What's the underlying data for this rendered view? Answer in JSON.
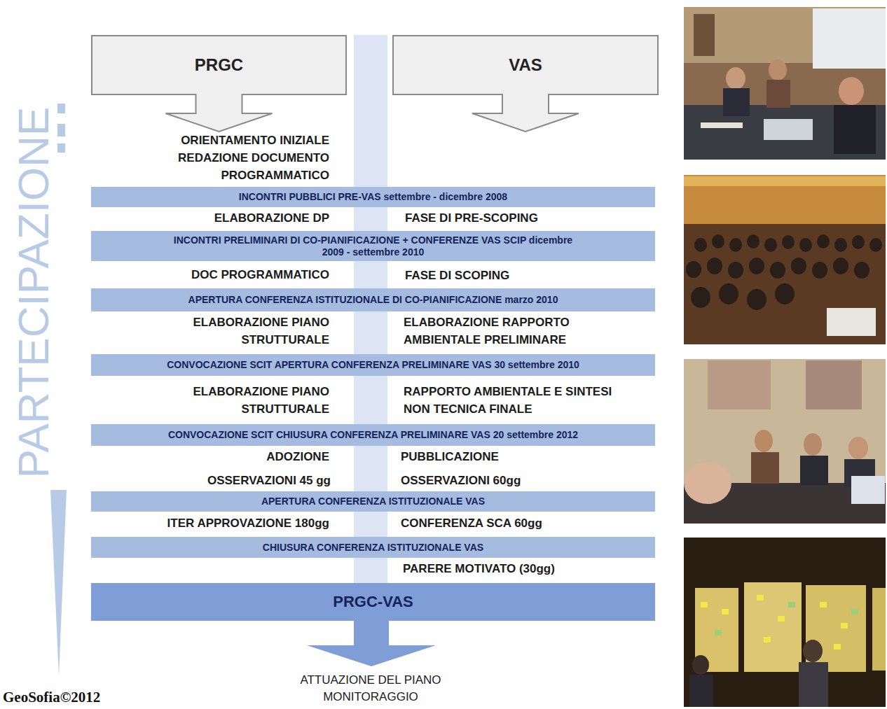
{
  "diagram": {
    "nodes": [
      {
        "text": [
          "PRGC"
        ]
      },
      {
        "text": [
          "VAS"
        ]
      },
      {
        "text": [
          "INCONTRI PUBBLICI PRE-VAS settembre - dicembre 2008"
        ]
      },
      {
        "text": [
          "INCONTRI PRELIMINARI DI CO-PIANIFICAZIONE + CONFERENZE VAS SCIP dicembre 2009 - settembre 2010"
        ]
      },
      {
        "text": [
          "APERTURA CONFERENZA ISTITUZIONALE DI CO-PIANIFICAZIONE marzo 2010"
        ]
      },
      {
        "text": [
          "CONVOCAZIONE SCIT APERTURA CONFERENZA PRELIMINARE VAS 30 settembre 2010"
        ]
      },
      {
        "text": [
          "CONVOCAZIONE SCIT CHIUSURA CONFERENZA PRELIMINARE VAS 20 settembre 2012"
        ]
      },
      {
        "text": [
          "APERTURA CONFERENZA ISTITUZIONALE VAS"
        ]
      },
      {
        "text": [
          "CHIUSURA CONFERENZA ISTITUZIONALE VAS"
        ]
      },
      {
        "text": [
          "PRGC-VAS"
        ]
      }
    ],
    "labels": [
      "PARTECIPAZIONE",
      "ORIENTAMENTO INIZIALE REDAZIONE DOCUMENTO PROGRAMMATICO",
      "ELABORAZIONE DP",
      "FASE DI PRE-SCOPING",
      "DOC PROGRAMMATICO",
      "FASE DI SCOPING",
      "ELABORAZIONE PIANO STRUTTURALE",
      "ELABORAZIONE RAPPORTO AMBIENTALE PRELIMINARE",
      "ELABORAZIONE PIANO STRUTTURALE",
      "RAPPORTO AMBIENTALE E SINTESI NON TECNICA FINALE",
      "ADOZIONE",
      "PUBBLICAZIONE",
      "OSSERVAZIONI 45 gg",
      "OSSERVAZIONI 60gg",
      "ITER APPROVAZIONE 180gg",
      "CONFERENZA SCA 60gg",
      "PARERE MOTIVATO (30gg)",
      "ATTUAZIONE DEL PIANO MONITORAGGIO",
      "GeoSofia©2012"
    ]
  }
}
